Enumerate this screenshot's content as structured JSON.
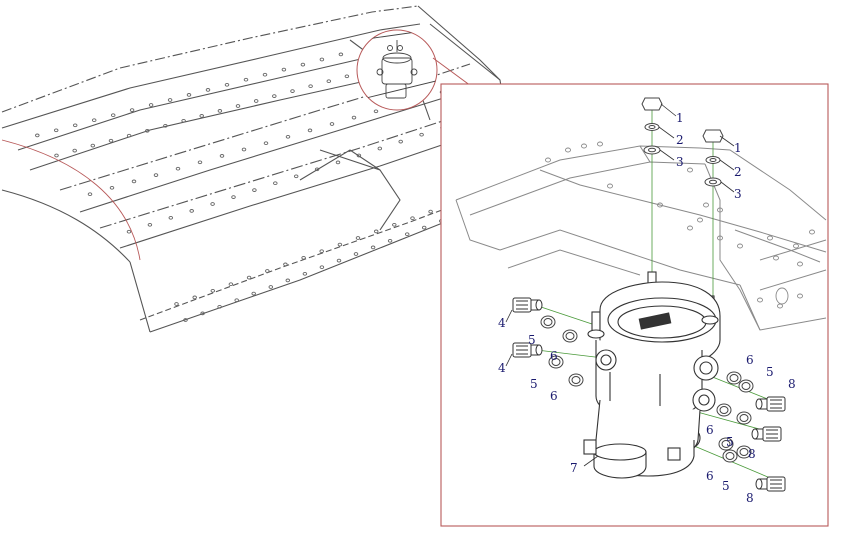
{
  "diagram": {
    "kind": "exploded-parts-view",
    "colors": {
      "line": "#555555",
      "line_light": "#9a9a9a",
      "frame": "#b85a5a",
      "leader": "#4a9a3a",
      "label": "#1a1a6e",
      "part_fill": "#ffffff"
    },
    "parts": [
      {
        "number": "1",
        "part": "nut"
      },
      {
        "number": "2",
        "part": "washer"
      },
      {
        "number": "3",
        "part": "washer"
      },
      {
        "number": "4",
        "part": "fitting"
      },
      {
        "number": "5",
        "part": "seal-ring"
      },
      {
        "number": "6",
        "part": "seal-ring"
      },
      {
        "number": "7",
        "part": "valve"
      },
      {
        "number": "8",
        "part": "fitting"
      }
    ],
    "callouts": [
      {
        "id": "c1a",
        "text": "1"
      },
      {
        "id": "c2a",
        "text": "2"
      },
      {
        "id": "c3a",
        "text": "3"
      },
      {
        "id": "c1b",
        "text": "1"
      },
      {
        "id": "c2b",
        "text": "2"
      },
      {
        "id": "c3b",
        "text": "3"
      },
      {
        "id": "c4a",
        "text": "4"
      },
      {
        "id": "c5a",
        "text": "5"
      },
      {
        "id": "c6a",
        "text": "6"
      },
      {
        "id": "c4b",
        "text": "4"
      },
      {
        "id": "c5b",
        "text": "5"
      },
      {
        "id": "c6b",
        "text": "6"
      },
      {
        "id": "c6c",
        "text": "6"
      },
      {
        "id": "c5c",
        "text": "5"
      },
      {
        "id": "c8a",
        "text": "8"
      },
      {
        "id": "c6d",
        "text": "6"
      },
      {
        "id": "c5d",
        "text": "5"
      },
      {
        "id": "c8b",
        "text": "8"
      },
      {
        "id": "c6e",
        "text": "6"
      },
      {
        "id": "c5e",
        "text": "5"
      },
      {
        "id": "c8c",
        "text": "8"
      },
      {
        "id": "c7",
        "text": "7"
      }
    ]
  }
}
